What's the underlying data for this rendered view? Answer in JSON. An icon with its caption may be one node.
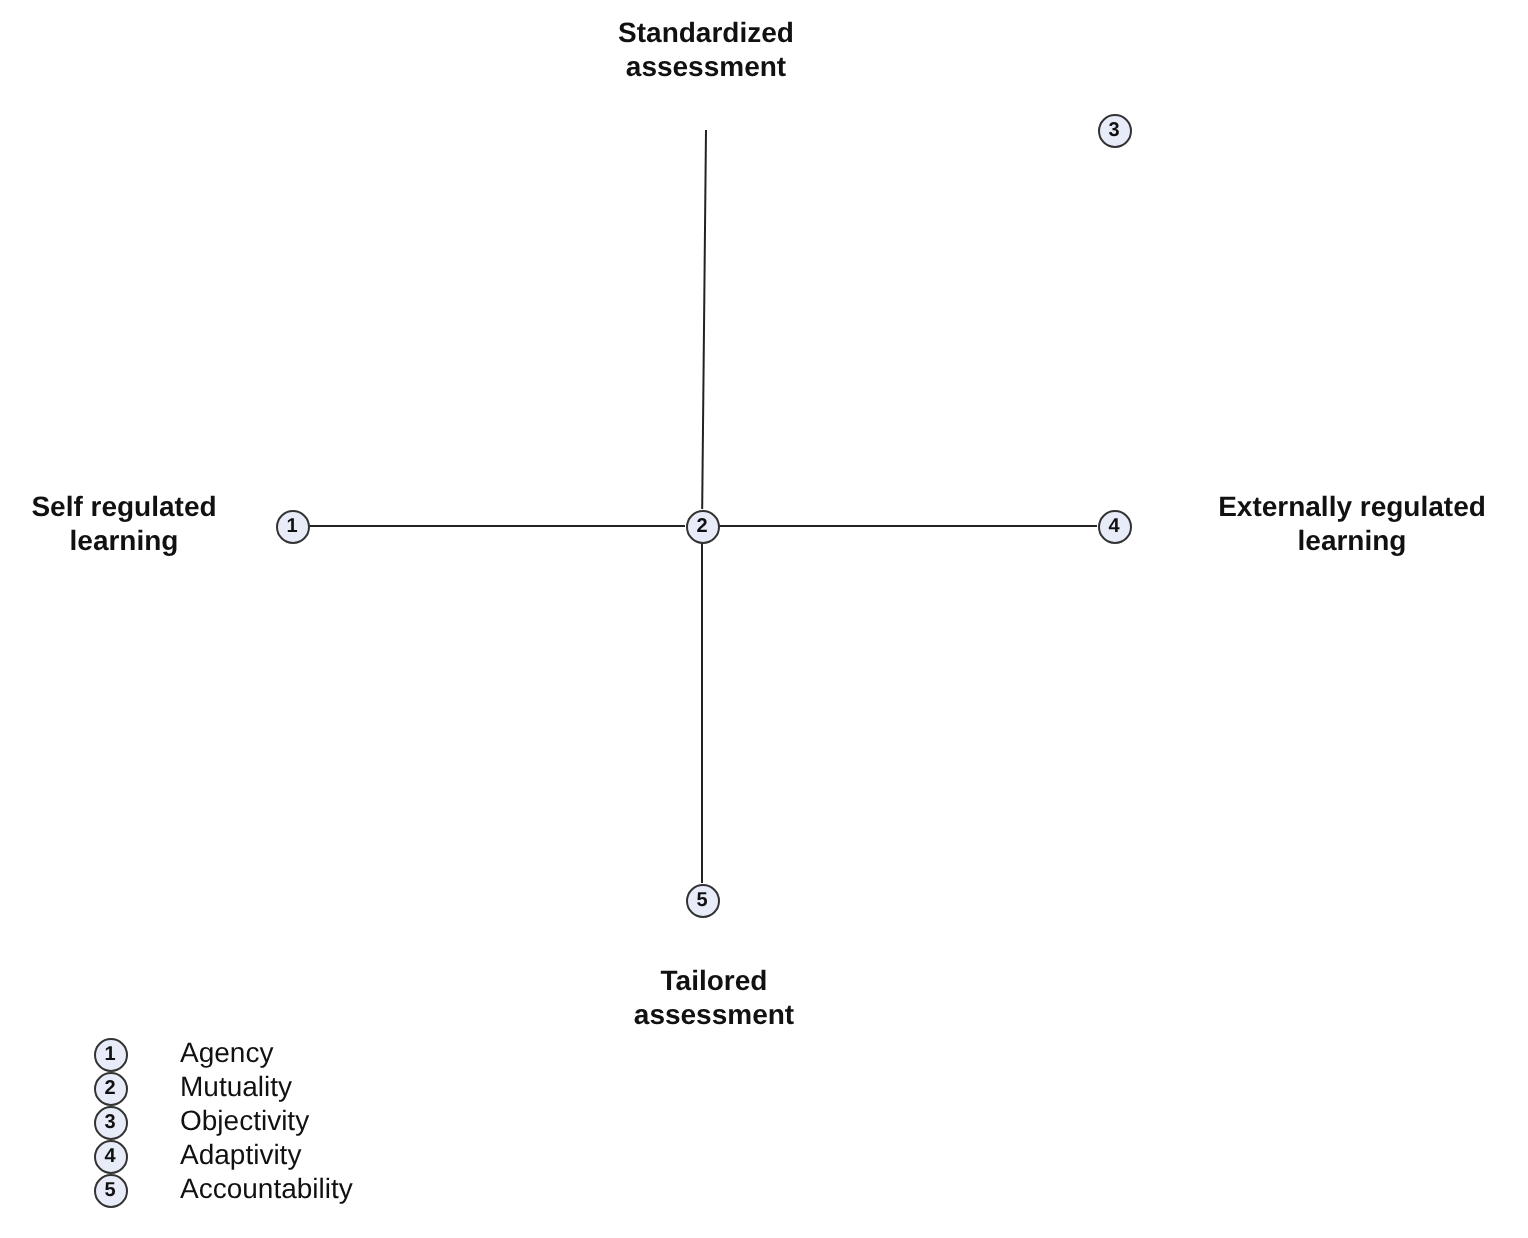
{
  "diagram": {
    "nodes": [
      {
        "text": [
          "1"
        ]
      },
      {
        "text": [
          "2"
        ]
      },
      {
        "text": [
          "3"
        ]
      },
      {
        "text": [
          "4"
        ]
      },
      {
        "text": [
          "5"
        ]
      }
    ],
    "edges": [
      {
        "from": 0,
        "to": 1,
        "arrow": "none"
      },
      {
        "from": 1,
        "to": 3,
        "arrow": "none"
      },
      {
        "from": 1,
        "to": 4,
        "arrow": "none"
      },
      {
        "from": null,
        "to": 1,
        "arrow": "none"
      }
    ],
    "labels": [
      "Standardized assessment",
      "Self regulated learning",
      "Externally regulated learning",
      "Tailored assessment",
      "1",
      "2",
      "3",
      "4",
      "5"
    ],
    "legend": [
      {
        "text": "Agency"
      },
      {
        "text": "Mutuality"
      },
      {
        "text": "Objectivity"
      },
      {
        "text": "Adaptivity"
      },
      {
        "text": "Accountability"
      }
    ]
  }
}
